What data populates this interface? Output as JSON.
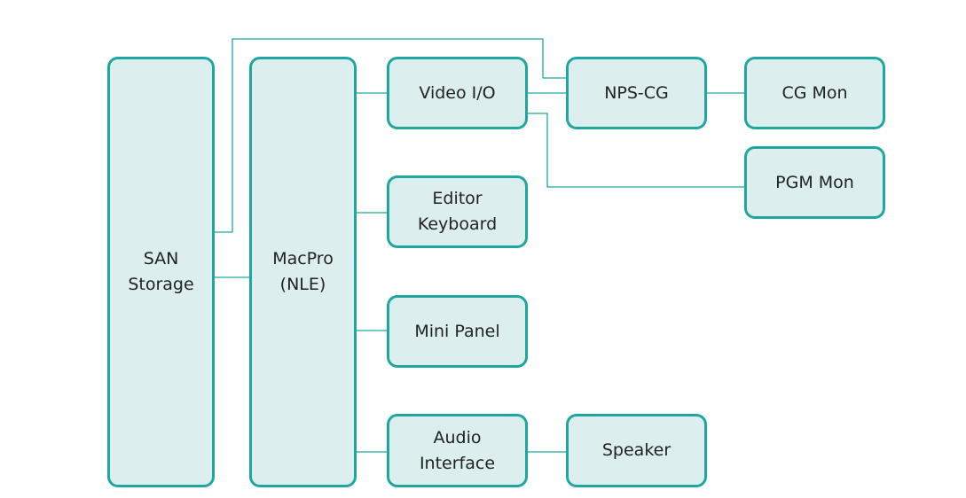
{
  "colors": {
    "background": "#ffffff",
    "node_fill": "#dcefee",
    "node_border": "#1fa79f",
    "connector": "#1fa79f",
    "label_text": "#222222"
  },
  "nodes": {
    "san_storage": "SAN\nStorage",
    "macpro": "MacPro\n(NLE)",
    "video_io": "Video I/O",
    "editor_keyboard": "Editor\nKeyboard",
    "mini_panel": "Mini Panel",
    "audio_interface": "Audio\nInterface",
    "nps_cg": "NPS-CG",
    "cg_mon": "CG Mon",
    "pgm_mon": "PGM Mon",
    "speaker": "Speaker"
  },
  "connections": [
    {
      "from": "SAN\nStorage",
      "to": "MacPro\n(NLE)"
    },
    {
      "from": "SAN\nStorage",
      "to": "NPS-CG"
    },
    {
      "from": "MacPro\n(NLE)",
      "to": "Video I/O"
    },
    {
      "from": "MacPro\n(NLE)",
      "to": "Editor\nKeyboard"
    },
    {
      "from": "MacPro\n(NLE)",
      "to": "Mini Panel"
    },
    {
      "from": "MacPro\n(NLE)",
      "to": "Audio\nInterface"
    },
    {
      "from": "Video I/O",
      "to": "NPS-CG"
    },
    {
      "from": "Video I/O",
      "to": "PGM Mon"
    },
    {
      "from": "NPS-CG",
      "to": "CG Mon"
    },
    {
      "from": "Audio\nInterface",
      "to": "Speaker"
    }
  ]
}
